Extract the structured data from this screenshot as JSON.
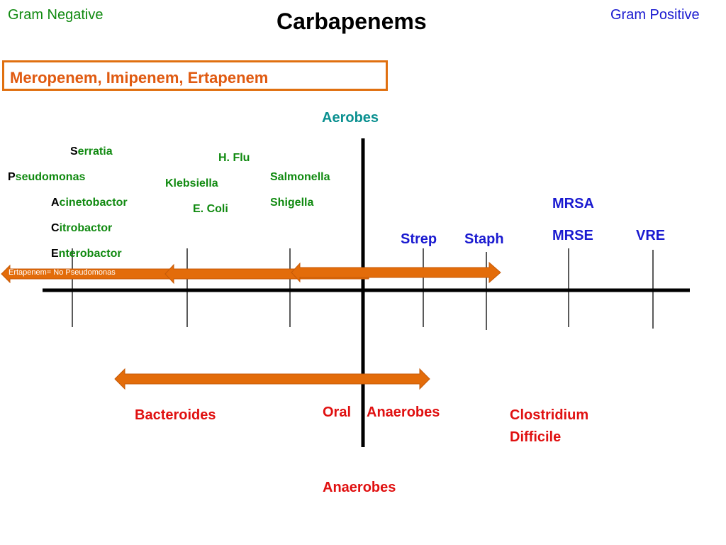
{
  "header": {
    "gram_negative": "Gram Negative",
    "title": "Carbapenems",
    "gram_positive": "Gram Positive"
  },
  "drug_box": {
    "label": "Meropenem, Imipenem, Ertapenem"
  },
  "axes": {
    "aerobes": "Aerobes",
    "anaerobes": "Anaerobes"
  },
  "gram_negative_organisms": {
    "serratia": {
      "first": "S",
      "rest": "erratia"
    },
    "pseudomonas": {
      "first": "P",
      "rest": "seudomonas"
    },
    "acinetobactor": {
      "first": "A",
      "rest": "cinetobactor"
    },
    "citrobactor": {
      "first": "C",
      "rest": "itrobactor"
    },
    "enterobactor": {
      "first": "E",
      "rest": "nterobactor"
    },
    "hflu": "H. Flu",
    "klebsiella": "Klebsiella",
    "ecoli": "E. Coli",
    "salmonella": "Salmonella",
    "shigella": "Shigella"
  },
  "gram_positive_organisms": {
    "strep": "Strep",
    "staph": "Staph",
    "mrsa": "MRSA",
    "mrse": "MRSE",
    "vre": "VRE"
  },
  "anaerobes": {
    "bacteroides": "Bacteroides",
    "oral": "Oral",
    "oral_anaerobes": "Anaerobes",
    "clostridium_line1": "Clostridium",
    "clostridium_line2": "Difficile"
  },
  "notes": {
    "ertapenem": "Ertapenem= No Pseudomonas"
  },
  "colors": {
    "arrow": "#e36c0a",
    "gram_negative_text": "#108a10",
    "gram_positive_text": "#1a1ad0",
    "anaerobe_text": "#e01010",
    "aerobes_text": "#0a9090"
  }
}
